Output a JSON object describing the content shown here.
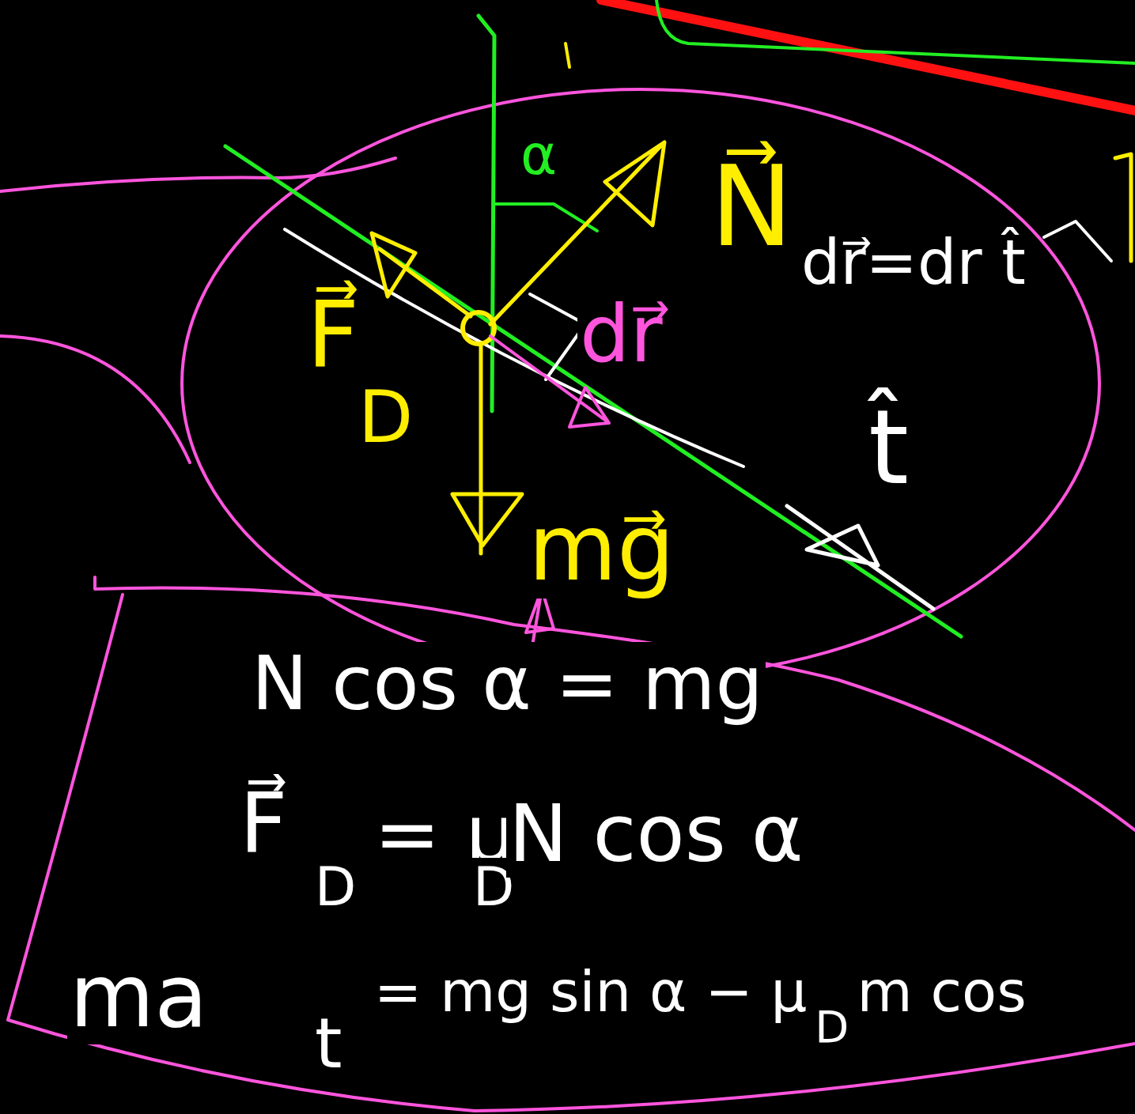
{
  "diagram": {
    "labels": [
      "α",
      "N⃗",
      "F⃗",
      "D",
      "dr⃗",
      "dr⃗=dr t̂",
      "t̂",
      "mg⃗",
      "N cos α = mg",
      "F⃗",
      "D",
      "= μ",
      "D",
      "N cos α",
      "ma",
      "t",
      "= mg sin α − μ",
      "D",
      "m cos"
    ]
  }
}
